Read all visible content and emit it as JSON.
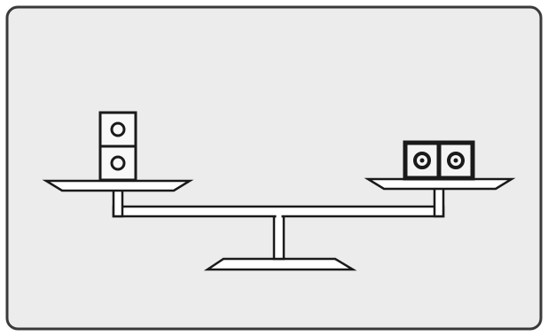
{
  "scene": {
    "left_pan_blocks": [
      {
        "style": "light"
      },
      {
        "style": "light"
      }
    ],
    "right_pan_blocks": [
      {
        "style": "dark"
      },
      {
        "style": "dark"
      }
    ]
  },
  "colors": {
    "card_fill": "#ececec",
    "card_border": "#3a3a3a",
    "line": "#1a1a1a",
    "block_light": "#f8f8f8",
    "block_dark": "#f4f4f4"
  }
}
